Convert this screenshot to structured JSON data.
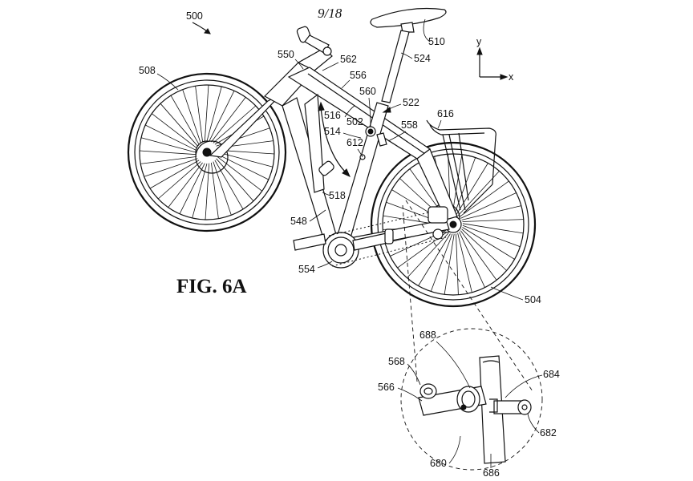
{
  "sheet": "9/18",
  "figure_title": "FIG. 6A",
  "axes": {
    "y": "y",
    "x": "x"
  },
  "refs": {
    "r500": "500",
    "r508": "508",
    "r510": "510",
    "r524": "524",
    "r550": "550",
    "r562": "562",
    "r556": "556",
    "r560": "560",
    "r522": "522",
    "r616": "616",
    "r516": "516",
    "r502": "502",
    "r514": "514",
    "r612": "612",
    "r558": "558",
    "r518": "518",
    "r548": "548",
    "r554": "554",
    "r504": "504",
    "r688": "688",
    "r568": "568",
    "r684": "684",
    "r566": "566",
    "r682": "682",
    "r680": "680",
    "r686": "686"
  }
}
